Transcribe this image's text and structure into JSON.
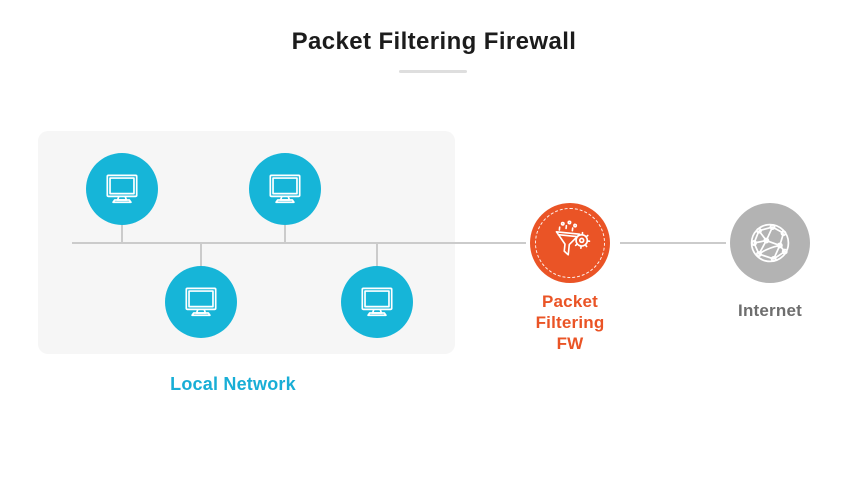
{
  "title": {
    "text": "Packet Filtering Firewall"
  },
  "local_network": {
    "label": "Local Network",
    "computer_count": 4,
    "icon": "monitor-icon"
  },
  "firewall": {
    "label_lines": [
      "Packet",
      "Filtering",
      "FW"
    ],
    "icon": "funnel-gear-icon"
  },
  "internet": {
    "label": "Internet",
    "icon": "globe-network-icon"
  },
  "colors": {
    "computer_node": "#16b5d8",
    "local_network_label": "#18aed6",
    "firewall_node": "#ea5426",
    "firewall_label": "#ea5426",
    "internet_node": "#b3b3b3",
    "internet_label": "#6e6e6e",
    "lan_box_bg": "#f6f6f6",
    "connector_line": "#cbcbcb",
    "title_text": "#1c1c1c"
  }
}
